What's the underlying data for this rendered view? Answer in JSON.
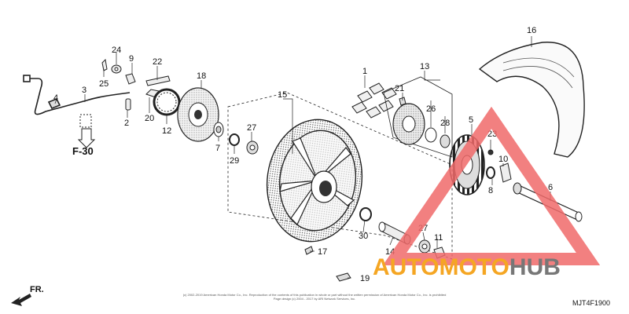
{
  "parts": {
    "p1": "1",
    "p2": "2",
    "p3": "3",
    "p4": "4",
    "p5": "5",
    "p6": "6",
    "p7": "7",
    "p8": "8",
    "p9": "9",
    "p10": "10",
    "p11": "11",
    "p12": "12",
    "p13": "13",
    "p14": "14",
    "p15": "15",
    "p16": "16",
    "p17": "17",
    "p18": "18",
    "p19": "19",
    "p20": "20",
    "p21": "21",
    "p22": "22",
    "p23": "23",
    "p24": "24",
    "p25": "25",
    "p26": "26",
    "p27a": "27",
    "p27b": "27",
    "p28": "28",
    "p29": "29",
    "p30": "30"
  },
  "ref_page": "F-30",
  "front_marker": "FR.",
  "diagram_code": "MJT4F1900",
  "watermark": {
    "brand_a": "AUTO",
    "brand_b": "MOTO",
    "brand_c": "HUB",
    "colors": {
      "triangle": "#f06a6a",
      "brand_orange": "#f5a623",
      "brand_gray": "#777777"
    }
  },
  "footer": {
    "line1": "(c) 2002-2019 American Honda Motor Co., Inc. Reproduction of the contents of this publication in whole or part without the written permission of American Honda Motor Co., Inc. is prohibited",
    "line2": "Page design (c) 2004 - 2017 by ARI Network Services, Inc."
  }
}
